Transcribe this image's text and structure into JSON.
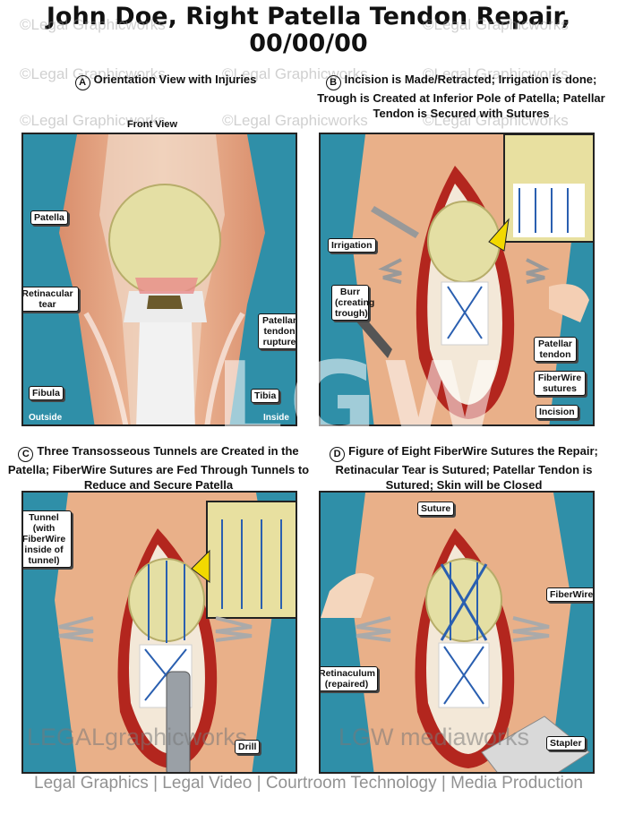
{
  "title": "John Doe, Right Patella Tendon Repair, 00/00/00",
  "watermark": "©Legal Graphicworks",
  "big_mark": "LGW",
  "footer": {
    "logo_left": "LEGALgraphicworks",
    "logo_right": "LGW mediaworks",
    "tagline": "Legal Graphics | Legal Video | Courtroom Technology | Media Production"
  },
  "panels": {
    "a": {
      "letter": "A",
      "caption": "Orientation View with Injuries",
      "view": "Front View",
      "labels": {
        "patella": "Patella",
        "retinacular_tear": "Retinacular tear",
        "patellar_tendon_rupture": "Patellar tendon rupture",
        "fibula": "Fibula",
        "tibia": "Tibia"
      },
      "outside": "Outside",
      "inside": "Inside"
    },
    "b": {
      "letter": "B",
      "caption": "Incision is Made/Retracted; Irrigation is done; Trough is Created at Inferior Pole of Patella; Patellar Tendon is Secured with Sutures",
      "labels": {
        "irrigation": "Irrigation",
        "burr": "Burr (creating trough)",
        "patellar_tendon": "Patellar tendon",
        "fiberwire_sutures": "FiberWire sutures",
        "incision": "Incision"
      }
    },
    "c": {
      "letter": "C",
      "caption": "Three Transosseous Tunnels are Created in the Patella; FiberWire Sutures are Fed Through Tunnels to Reduce and Secure Patella",
      "labels": {
        "tunnel": "Tunnel (with FiberWire inside of tunnel)",
        "drill": "Drill"
      }
    },
    "d": {
      "letter": "D",
      "caption": "Figure of Eight FiberWire Sutures the Repair; Retinacular Tear is Sutured; Patellar Tendon is Sutured; Skin will be Closed",
      "labels": {
        "suture": "Suture",
        "fiberwire": "FiberWire",
        "retinaculum": "Retinaculum (repaired)",
        "stapler": "Stapler"
      }
    }
  },
  "colors": {
    "background_drape": "#2f8fa8",
    "skin": "#e9b089",
    "wound": "#b3261e",
    "bone": "#e4dfa4",
    "tendon": "#f4f4f4",
    "suture": "#2a5fb0",
    "label_border": "#111111"
  }
}
